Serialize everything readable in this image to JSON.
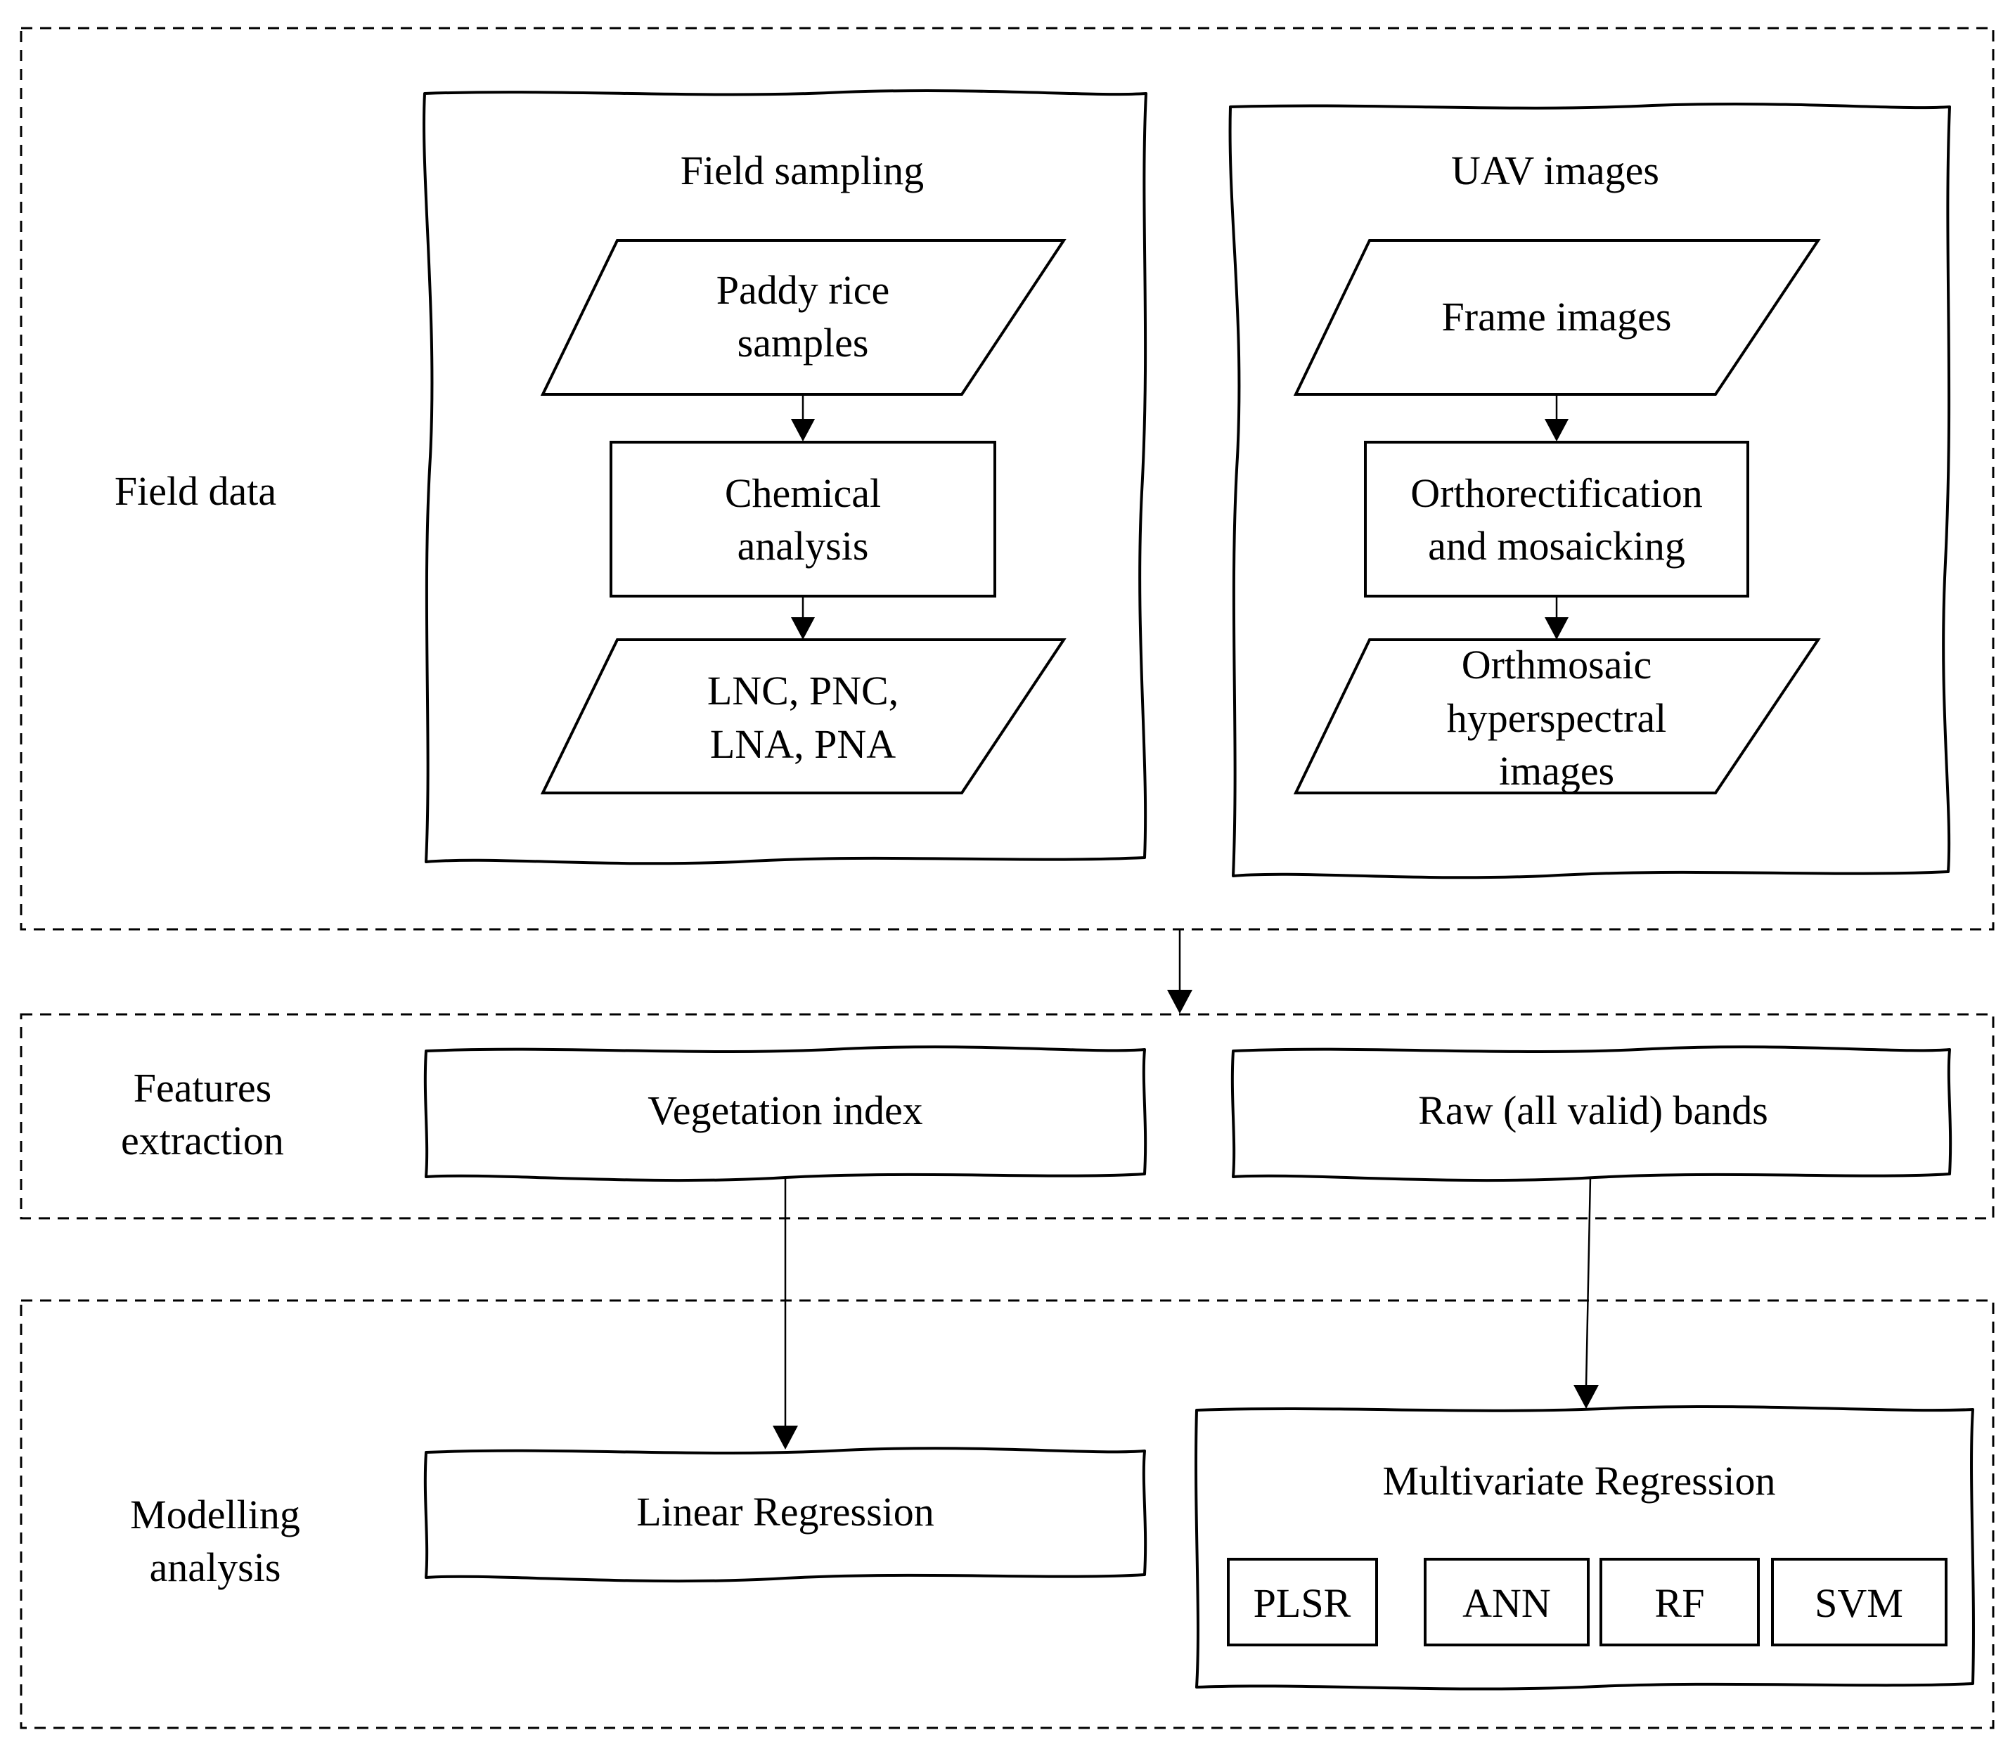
{
  "sections": {
    "field_data": "Field data",
    "features_line1": "Features",
    "features_line2": "extraction",
    "modelling_line1": "Modelling",
    "modelling_line2": "analysis"
  },
  "field_sampling": {
    "title": "Field sampling",
    "paddy_line1": "Paddy rice",
    "paddy_line2": "samples",
    "chemical_line1": "Chemical",
    "chemical_line2": "analysis",
    "lnc_line1": "LNC, PNC,",
    "lnc_line2": "LNA, PNA"
  },
  "uav_images": {
    "title": "UAV images",
    "frame": "Frame images",
    "ortho_line1": "Orthorectification",
    "ortho_line2": "and mosaicking",
    "mosaic_line1": "Orthmosaic",
    "mosaic_line2": "hyperspectral",
    "mosaic_line3": "images"
  },
  "features": {
    "vegetation_index": "Vegetation index",
    "raw_bands": "Raw (all valid) bands"
  },
  "modelling": {
    "linear": "Linear Regression",
    "multivariate": "Multivariate Regression",
    "methods": [
      "PLSR",
      "ANN",
      "RF",
      "SVM"
    ]
  }
}
